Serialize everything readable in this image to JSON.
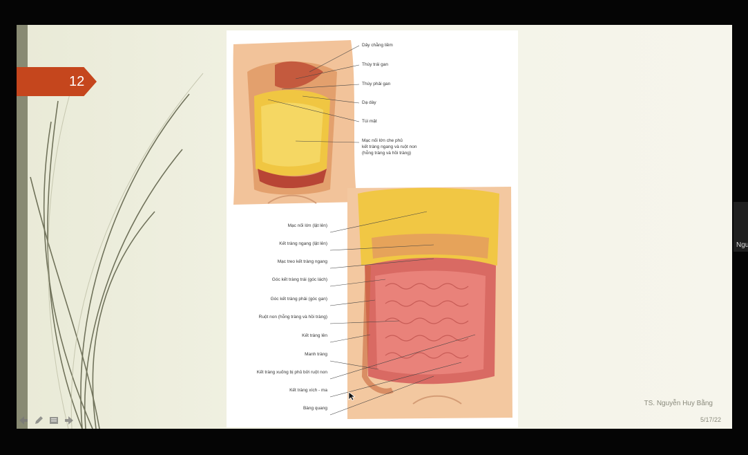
{
  "slide": {
    "number": "12",
    "author": "TS. Nguyễn Huy Bằng",
    "date": "5/17/22"
  },
  "figure_top": {
    "labels": [
      "Dây chằng liềm",
      "Thùy trái gan",
      "Thùy phải gan",
      "Dạ dày",
      "Túi mật",
      "Mạc nối lớn che phủ",
      "kết tràng ngang và ruột non",
      "(hỗng tràng và hồi tràng)"
    ]
  },
  "figure_bottom": {
    "labels": [
      "Mạc nối lớn (lật lên)",
      "Kết tràng ngang (lật lên)",
      "Mạc treo kết tràng ngang",
      "Góc kết tràng trái (góc lách)",
      "Góc kết tràng phải (góc gan)",
      "Ruột non (hỗng tràng và hồi tràng)",
      "Kết tràng lên",
      "Manh tràng",
      "Kết tràng xuống bị phủ bởi ruột non",
      "Kết tràng xích - ma",
      "Bàng quang"
    ]
  },
  "side_panel": {
    "label": "Ngu"
  },
  "icons": {
    "nav": [
      "back-arrow-icon",
      "pen-icon",
      "menu-icon",
      "forward-arrow-icon"
    ]
  },
  "colors": {
    "accent": "#c5461d",
    "slide_bg": "#f3f3e6",
    "strip": "#888a73"
  }
}
